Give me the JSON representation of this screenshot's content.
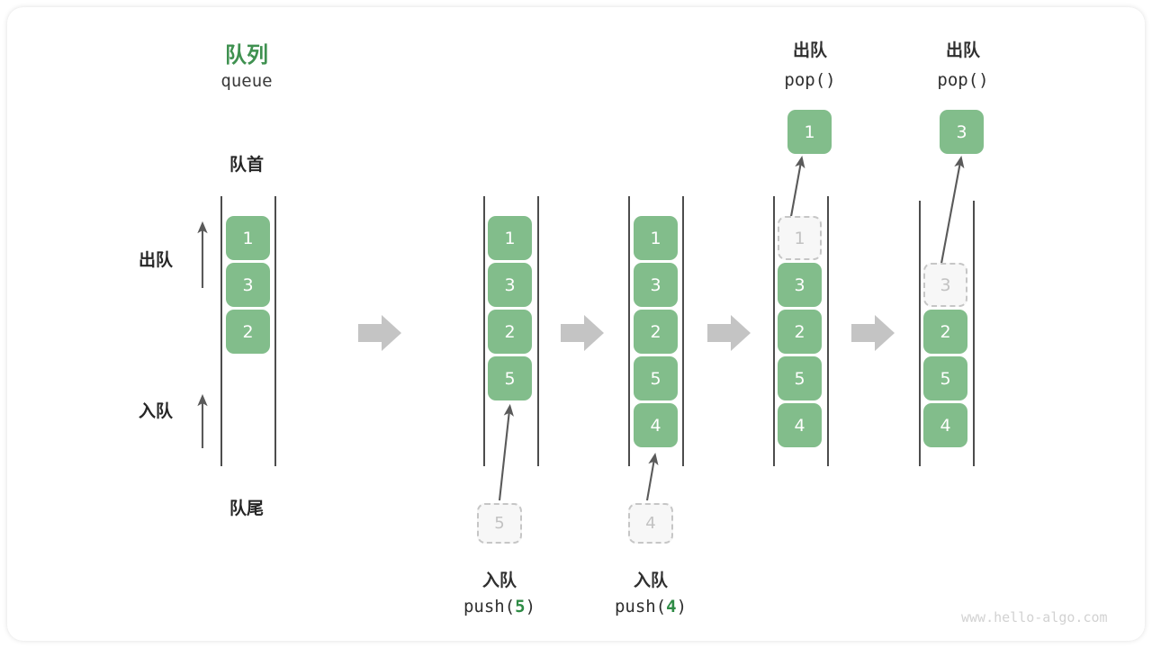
{
  "figure": {
    "title_cn": "队列",
    "title_en": "queue",
    "front_label": "队首",
    "rear_label": "队尾",
    "dequeue_side_label": "出队",
    "enqueue_side_label": "入队",
    "watermark": "www.hello-algo.com",
    "colors": {
      "cell_fill": "#82bd8b",
      "cell_text": "#ffffff",
      "ghost_fill": "#f7f7f7",
      "ghost_border": "#c6c6c6",
      "ghost_text": "#c2c2c2",
      "rail": "#4d4d4d",
      "accent_green": "#3f9150",
      "arrow_gray": "#c4c4c4",
      "thin_arrow": "#5a5a5a",
      "watermark": "#d2d2d2"
    }
  },
  "steps": [
    {
      "id": "initial",
      "cells": [
        "1",
        "3",
        "2"
      ],
      "ghost_index": -1
    },
    {
      "id": "push-5",
      "cells": [
        "1",
        "3",
        "2",
        "5"
      ],
      "ghost_index": -1,
      "op_label": "入队",
      "op_code_prefix": "push(",
      "op_code_num": "5",
      "op_code_suffix": ")",
      "incoming_value": "5"
    },
    {
      "id": "push-4",
      "cells": [
        "1",
        "3",
        "2",
        "5",
        "4"
      ],
      "ghost_index": -1,
      "op_label": "入队",
      "op_code_prefix": "push(",
      "op_code_num": "4",
      "op_code_suffix": ")",
      "incoming_value": "4"
    },
    {
      "id": "pop-1",
      "cells": [
        "1",
        "3",
        "2",
        "5",
        "4"
      ],
      "ghost_index": 0,
      "op_label": "出队",
      "op_code": "pop()",
      "outgoing_value": "1"
    },
    {
      "id": "pop-3",
      "cells": [
        "3",
        "2",
        "5",
        "4"
      ],
      "ghost_index": 0,
      "op_label": "出队",
      "op_code": "pop()",
      "outgoing_value": "3"
    }
  ],
  "separators": [
    "arrow-right-icon",
    "arrow-right-icon",
    "arrow-right-icon",
    "arrow-right-icon"
  ]
}
